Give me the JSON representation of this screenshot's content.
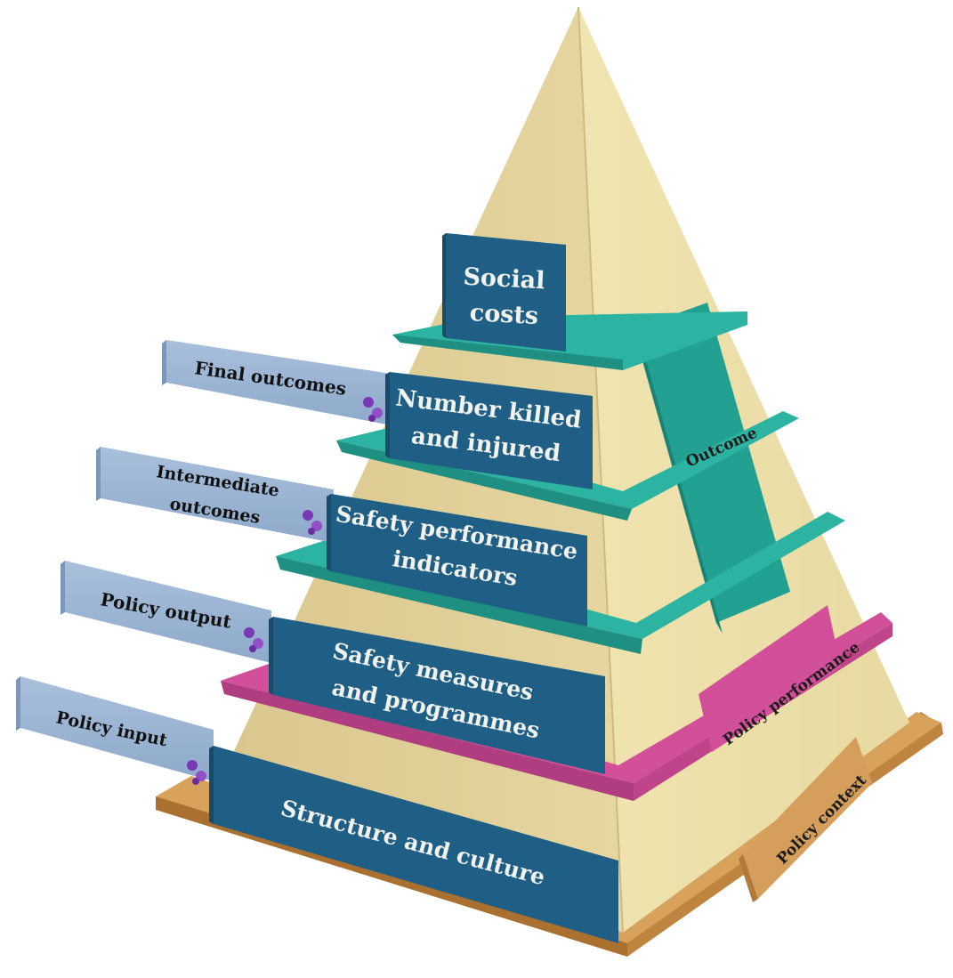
{
  "levels": {
    "social_costs": [
      "Social",
      "costs"
    ],
    "killed_injured": [
      "Number killed",
      "and injured"
    ],
    "spi": [
      "Safety performance",
      "indicators"
    ],
    "measures": [
      "Safety measures",
      "and programmes"
    ],
    "structure": "Structure and culture"
  },
  "left_labels": {
    "final_outcomes": "Final outcomes",
    "intermediate_outcomes": [
      "Intermediate",
      "outcomes"
    ],
    "policy_output": "Policy output",
    "policy_input": "Policy input"
  },
  "side_labels": {
    "outcome": "Outcome",
    "policy_performance": "Policy performance",
    "policy_context": "Policy context"
  },
  "colors": {
    "pyramid_left": "#dccb92",
    "pyramid_right": "#ecdfa8",
    "level_box": "#1f5f86",
    "teal_shelf": "#2aab9b",
    "magenta_shelf": "#d04e98",
    "base_plate": "#d59e5a",
    "left_panel": "#98b2d2",
    "connector_icon": "#7a38b5"
  }
}
